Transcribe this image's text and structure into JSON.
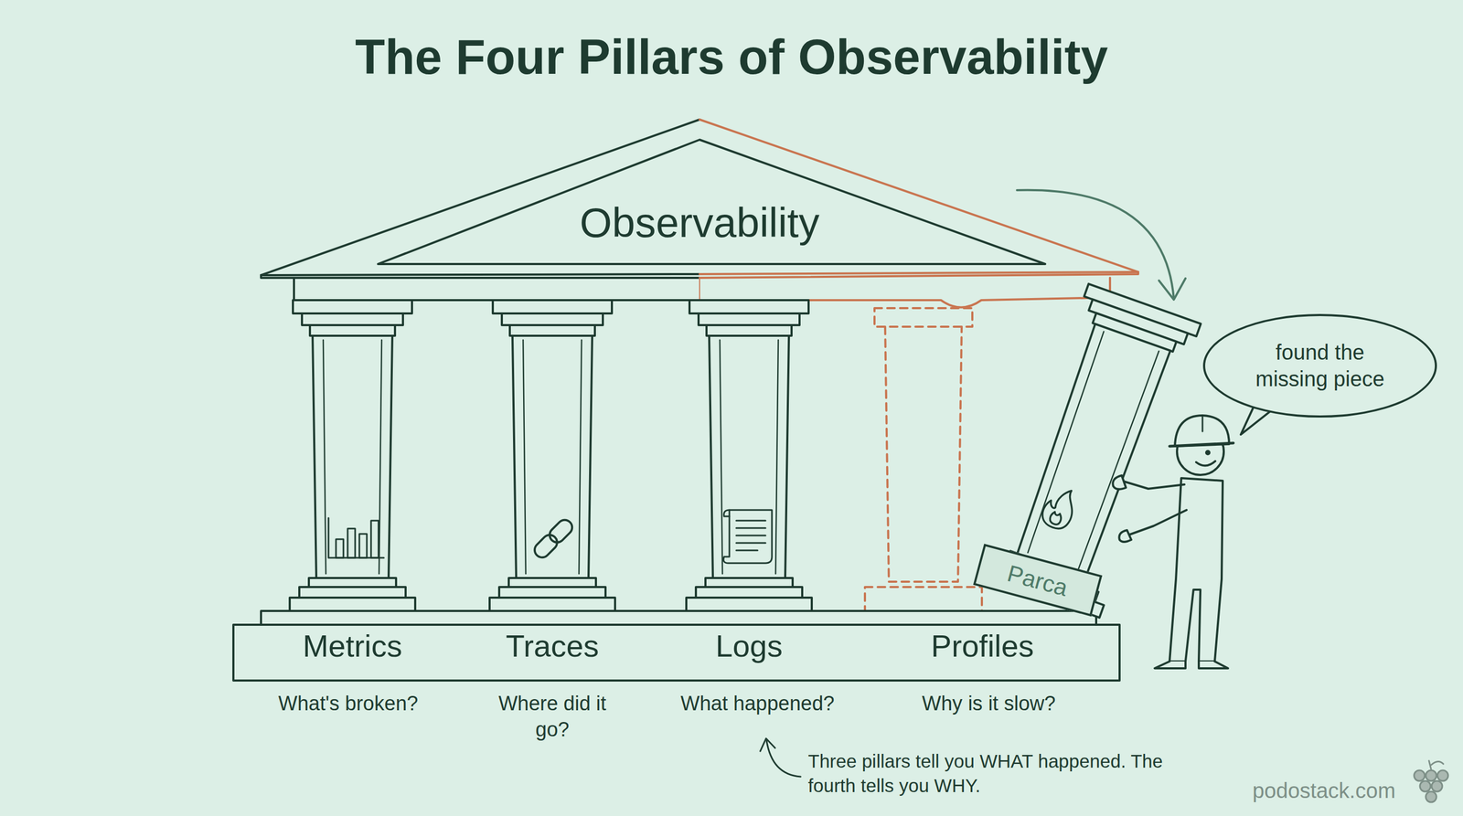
{
  "diagram": {
    "title": "The Four Pillars of Observability",
    "nodes": [
      {
        "text": [
          "Observability"
        ]
      },
      {
        "text": [
          "Metrics",
          "Traces",
          "Logs",
          "Profiles"
        ]
      },
      {
        "text": [
          "Parca"
        ]
      },
      {
        "text": [
          "found the missing piece"
        ]
      }
    ],
    "labels": [
      "What's broken?",
      "Where did it go?",
      "What happened?",
      "Why is it slow?",
      "Three pillars tell you WHAT happened. The fourth tells you WHY.",
      "podostack.com"
    ]
  }
}
